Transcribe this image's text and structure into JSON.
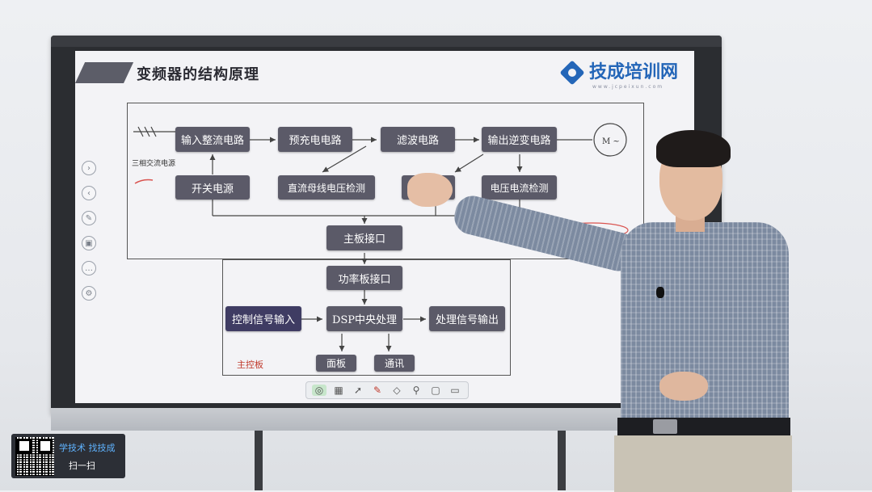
{
  "slide": {
    "title": "变频器的结构原理",
    "logo_text": "技成培训网",
    "logo_sub": "www.jcpeixun.com"
  },
  "diagram": {
    "input_label": "三相交流电源",
    "nodes": {
      "rectifier": "输入整流电路",
      "precharge": "预充电电路",
      "filter": "滤波电路",
      "inverter": "输出逆变电路",
      "switch_power": "开关电源",
      "dc_bus_detect": "直流母线电压检测",
      "vi_detect": "电压电流检测",
      "mainboard_if": "主板接口",
      "powerboard_if": "功率板接口",
      "ctrl_in": "控制信号输入",
      "dsp": "DSP中央处理",
      "proc_out": "处理信号输出",
      "panel": "面板",
      "comm": "通讯"
    },
    "main_board_label": "主控板"
  },
  "badge": {
    "line1": "学技术 找技成",
    "line2": "扫一扫"
  },
  "toolbar": {
    "icons": [
      "eraser-icon",
      "grid-icon",
      "pointer-icon",
      "pen-icon",
      "clear-icon",
      "zoom-icon",
      "chat-icon",
      "screen-icon"
    ]
  }
}
